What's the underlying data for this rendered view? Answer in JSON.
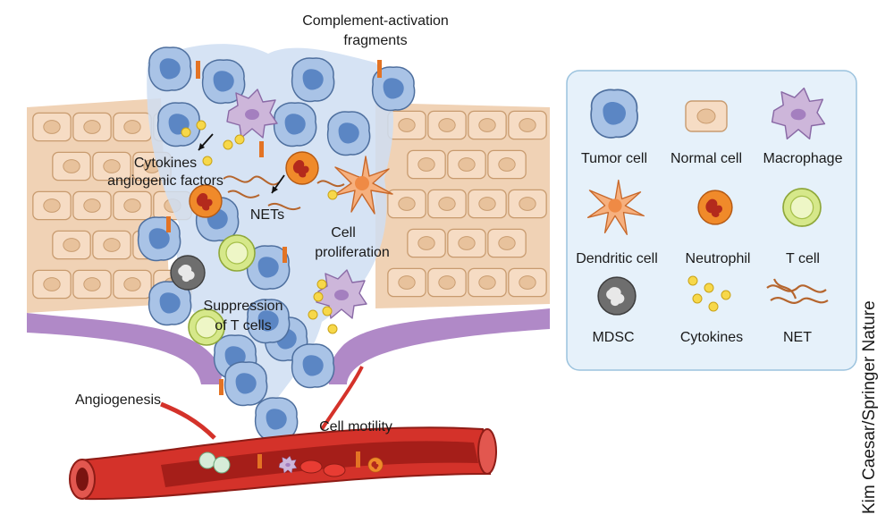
{
  "diagram": {
    "labels": {
      "complement_line1": "Complement-activation",
      "complement_line2": "fragments",
      "cytokines_line1": "Cytokines",
      "cytokines_line2": "angiogenic factors",
      "nets": "NETs",
      "proliferation_line1": "Cell",
      "proliferation_line2": "proliferation",
      "suppression_line1": "Suppression",
      "suppression_line2": "of T cells",
      "angiogenesis": "Angiogenesis",
      "motility": "Cell motility"
    },
    "legend": {
      "items": [
        {
          "label": "Tumor cell",
          "icon": "tumor-cell-icon"
        },
        {
          "label": "Normal cell",
          "icon": "normal-cell-icon"
        },
        {
          "label": "Macrophage",
          "icon": "macrophage-icon"
        },
        {
          "label": "Dendritic cell",
          "icon": "dendritic-cell-icon"
        },
        {
          "label": "Neutrophil",
          "icon": "neutrophil-icon"
        },
        {
          "label": "T cell",
          "icon": "t-cell-icon"
        },
        {
          "label": "MDSC",
          "icon": "mdsc-icon"
        },
        {
          "label": "Cytokines",
          "icon": "cytokines-icon"
        },
        {
          "label": "NET",
          "icon": "net-icon"
        }
      ]
    },
    "credit": "Kim Caesar/Springer Nature",
    "colors": {
      "tumor": "#a9c3e6",
      "tumor_nucleus": "#5b86c4",
      "normal": "#f6dcc4",
      "macrophage": "#cdb6da",
      "neutrophil": "#f08a2a",
      "tcell": "#d6e88a",
      "mdsc": "#6e6e6e",
      "cytokine": "#f7d84a",
      "net": "#b5652d",
      "vessel": "#d4322a",
      "legend_bg": "#e6f1fa"
    }
  }
}
